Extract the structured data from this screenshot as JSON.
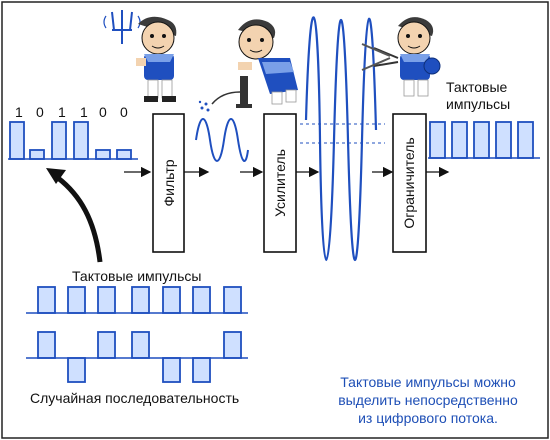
{
  "bits": [
    "1",
    "0",
    "1",
    "1",
    "0",
    "0"
  ],
  "blocks": {
    "filter": "Фильтр",
    "amplifier": "Усилитель",
    "limiter": "Ограничитель"
  },
  "output_label": {
    "line1": "Тактовые",
    "line2": "импульсы"
  },
  "clock_label": "Тактовые импульсы",
  "random_label": "Случайная последовательность",
  "note": {
    "line1": "Тактовые импульсы можно",
    "line2": "выделить непосредственно",
    "line3": "из цифрового потока."
  },
  "colors": {
    "signal": "#1f4fbf",
    "signal_fill": "#cfe0ff",
    "note_text": "#1e4fb6",
    "block_border": "#111111"
  },
  "icons": [
    "boy-with-tuning-fork-icon",
    "boy-with-pump-icon",
    "boy-with-scissors-icon"
  ]
}
